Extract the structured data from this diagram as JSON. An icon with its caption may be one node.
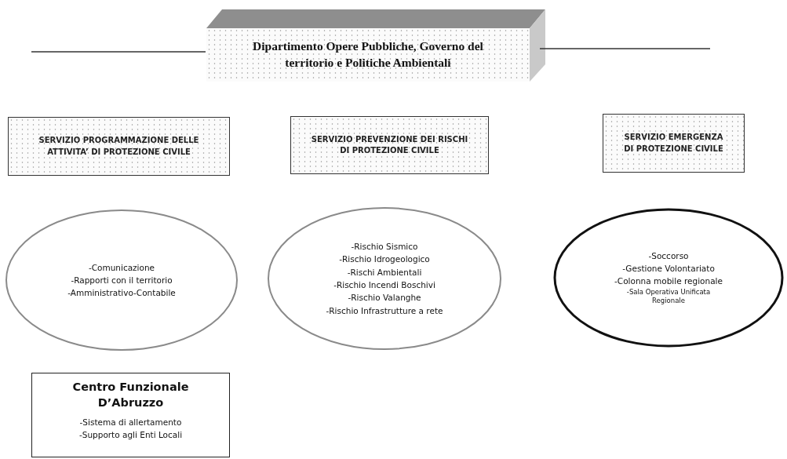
{
  "diagram": {
    "nodes": [
      {
        "text": [
          "Dipartimento Opere Pubbliche, Governo del territorio e Politiche Ambientali"
        ]
      },
      {
        "text": [
          "SERVIZIO PROGRAMMAZIONE DELLE ATTIVITA’ DI PROTEZIONE CIVILE"
        ]
      },
      {
        "text": [
          "SERVIZIO PREVENZIONE DEI RISCHI DI PROTEZIONE CIVILE"
        ]
      },
      {
        "text": [
          "SERVIZIO EMERGENZA DI PROTEZIONE CIVILE"
        ]
      },
      {
        "text": [
          "-Comunicazione",
          "-Rapporti con il territorio",
          "-Amministrativo-Contabile"
        ]
      },
      {
        "text": [
          "-Rischio Sismico",
          "-Rischio Idrogeologico",
          "-Rischi Ambientali",
          "-Rischio Incendi Boschivi",
          "-Rischio Valanghe",
          "-Rischio Infrastrutture a rete"
        ]
      },
      {
        "text": [
          "-Soccorso",
          "-Gestione Volontariato",
          "-Colonna mobile regionale",
          "-Sala Operativa Unificata Regionale"
        ]
      },
      {
        "text": [
          "Centro Funzionale D’Abruzzo",
          "-Sistema di allertamento",
          "-Supporto agli Enti Locali"
        ]
      }
    ]
  }
}
